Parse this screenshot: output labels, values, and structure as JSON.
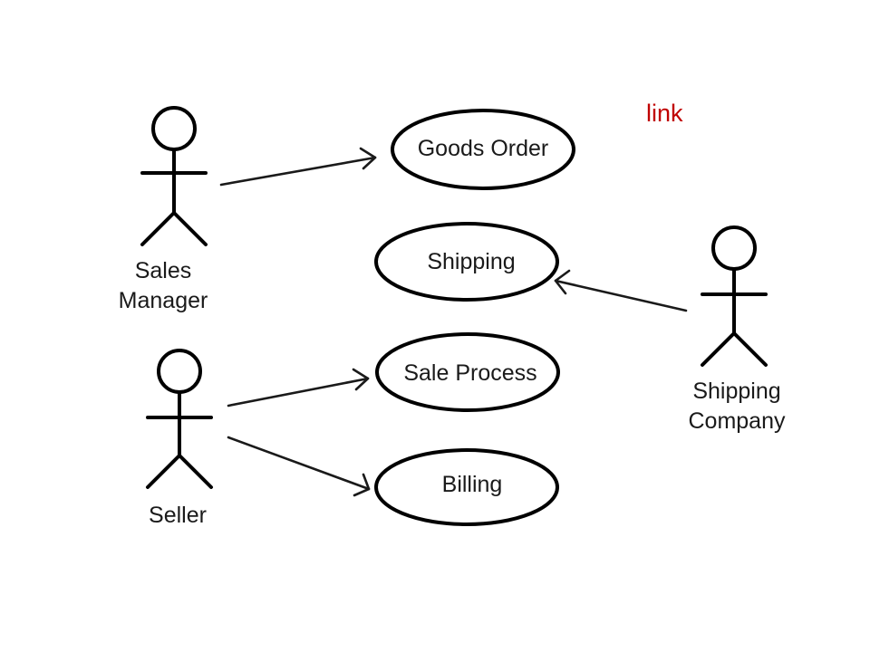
{
  "link": {
    "label": "link",
    "color": "#c00000"
  },
  "actors": {
    "sales_manager": {
      "line1": "Sales",
      "line2": "Manager"
    },
    "seller": {
      "label": "Seller"
    },
    "shipping_company": {
      "line1": "Shipping",
      "line2": "Company"
    }
  },
  "use_cases": {
    "goods_order": "Goods Order",
    "shipping": "Shipping",
    "sale_process": "Sale Process",
    "billing": "Billing"
  }
}
